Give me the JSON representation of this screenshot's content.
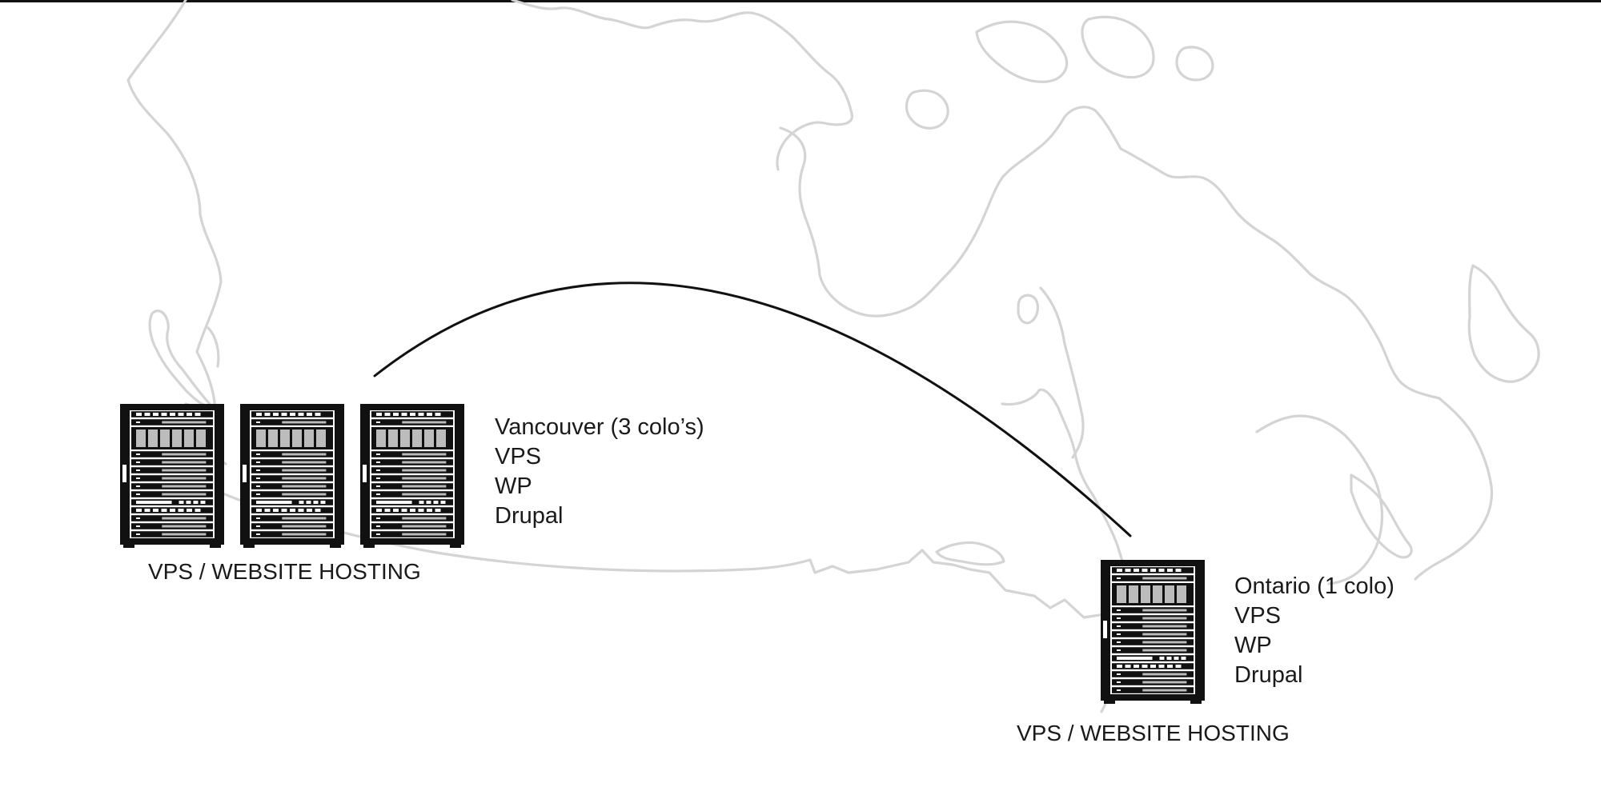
{
  "colors": {
    "map_stroke": "#d4d4d4",
    "rack": "#111111",
    "rack_light": "#ffffff",
    "rack_slot": "#bcbcbc",
    "link_line": "#111111",
    "text": "#1a1a1a"
  },
  "sites": [
    {
      "id": "vancouver",
      "rack_count": 3,
      "caption": "VPS / WEBSITE HOSTING",
      "details": [
        "Vancouver (3 colo’s)",
        "VPS",
        "WP",
        "Drupal"
      ]
    },
    {
      "id": "ontario",
      "rack_count": 1,
      "caption": "VPS / WEBSITE HOSTING",
      "details": [
        "Ontario (1 colo)",
        "VPS",
        "WP",
        "Drupal"
      ]
    }
  ],
  "icons": {
    "map": "canada-map-outline-icon",
    "rack": "server-rack-icon",
    "link": "connection-arc"
  }
}
